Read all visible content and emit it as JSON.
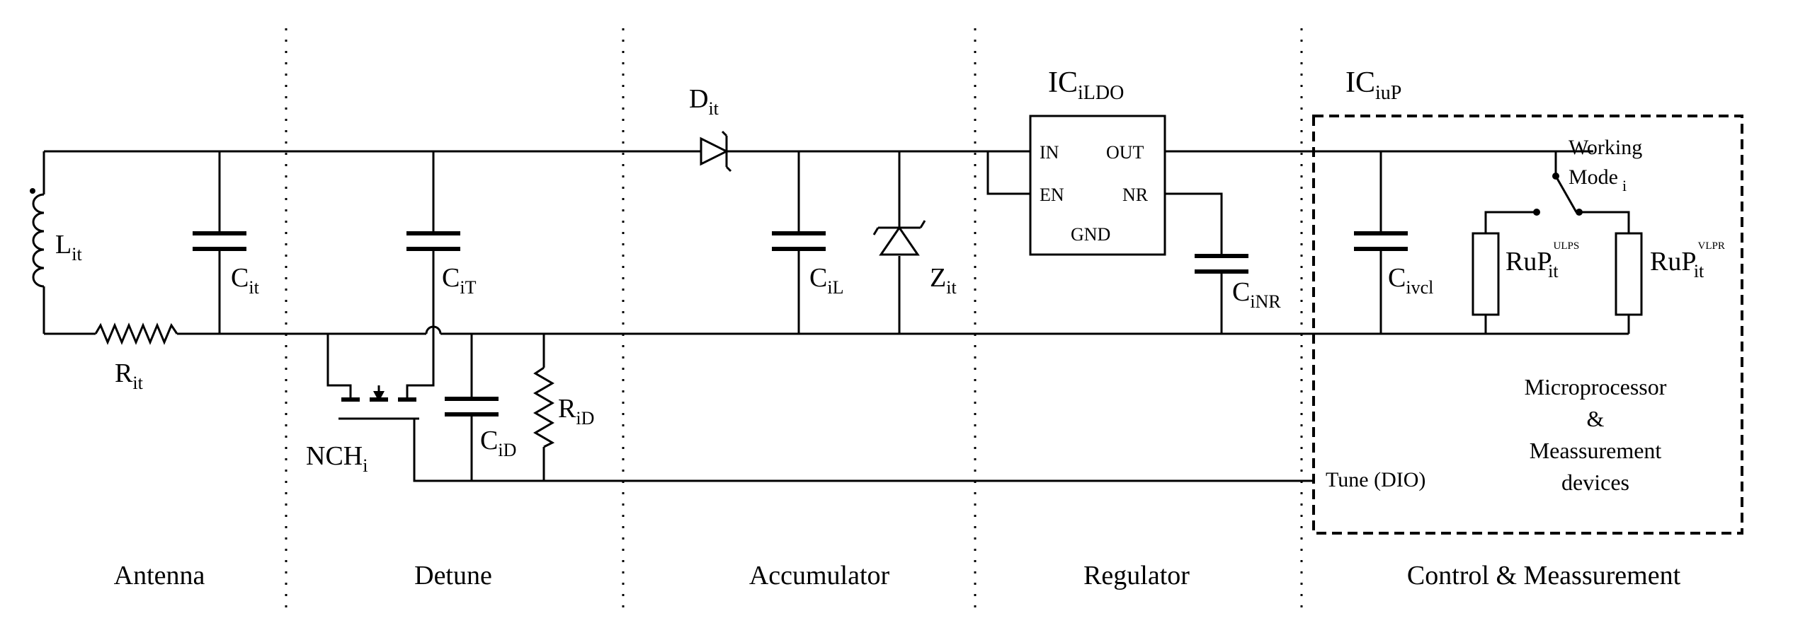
{
  "sections": [
    "Antenna",
    "Detune",
    "Accumulator",
    "Regulator",
    "Control & Meassurement"
  ],
  "components": {
    "inductor": {
      "main": "L",
      "sub": "it"
    },
    "resistor_antenna": {
      "main": "R",
      "sub": "it"
    },
    "cap_antenna": {
      "main": "C",
      "sub": "it"
    },
    "cap_tune": {
      "main": "C",
      "sub": "iT"
    },
    "cap_detune": {
      "main": "C",
      "sub": "iD"
    },
    "resistor_detune": {
      "main": "R",
      "sub": "iD"
    },
    "mosfet": {
      "main": "NCH",
      "sub": "i"
    },
    "diode": {
      "main": "D",
      "sub": "it"
    },
    "cap_load": {
      "main": "C",
      "sub": "iL"
    },
    "zener": {
      "main": "Z",
      "sub": "it"
    },
    "ldo": {
      "main": "IC",
      "sub": "iLDO",
      "pins": {
        "in": "IN",
        "out": "OUT",
        "en": "EN",
        "nr": "NR",
        "gnd": "GND"
      }
    },
    "cap_nr": {
      "main": "C",
      "sub": "iNR"
    },
    "mcu": {
      "main": "IC",
      "sub": "iuP"
    },
    "cap_vcl": {
      "main": "C",
      "sub": "ivcl"
    },
    "ruload_ulps": {
      "main": "RuP",
      "sub": "it",
      "sup": "ULPS"
    },
    "ruload_vlpr": {
      "main": "RuP",
      "sub": "it",
      "sup": "VLPR"
    },
    "switch": {
      "line1": "Working",
      "line2": "Mode",
      "sub": "i"
    },
    "tune_pin": "Tune (DIO)",
    "mcu_desc": [
      "Microprocessor",
      "&",
      "Meassurement",
      "devices"
    ]
  }
}
